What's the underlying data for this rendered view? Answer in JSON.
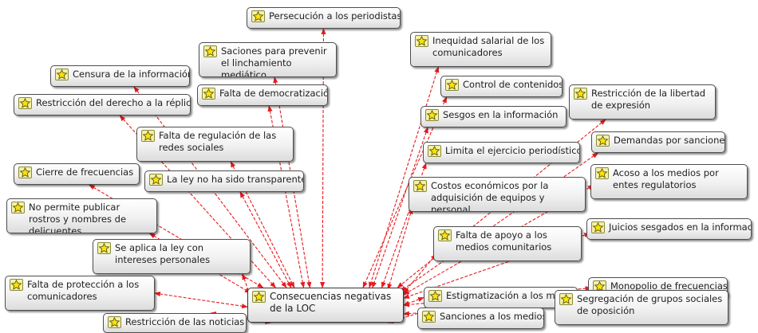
{
  "diagram": {
    "root": {
      "id": "root",
      "label": "Consecuencias negativas de la LOC",
      "icon": "quotation-star-icon"
    },
    "nodes": [
      {
        "id": "persecucion",
        "label": "Persecución a los periodistas"
      },
      {
        "id": "sanciones-linchamiento",
        "label": "Saciones para prevenir el linchamiento mediático"
      },
      {
        "id": "inequidad",
        "label": "Inequidad salarial de los comunicadores"
      },
      {
        "id": "censura",
        "label": "Censura de la información"
      },
      {
        "id": "control",
        "label": "Control de contenidos"
      },
      {
        "id": "restriccion-libertad",
        "label": "Restricción de la libertad de expresión"
      },
      {
        "id": "falta-democratizacion",
        "label": "Falta de democratización"
      },
      {
        "id": "restriccion-replica",
        "label": "Restricción del derecho a la réplica"
      },
      {
        "id": "sesgos",
        "label": "Sesgos en la información"
      },
      {
        "id": "falta-regulacion",
        "label": "Falta de regulación de las redes sociales"
      },
      {
        "id": "demandas",
        "label": "Demandas por sanciones"
      },
      {
        "id": "limita",
        "label": "Limita el ejercicio periodístico"
      },
      {
        "id": "cierre",
        "label": "Cierre de frecuencias"
      },
      {
        "id": "ley-transparente",
        "label": "La ley no ha sido transparente"
      },
      {
        "id": "costos",
        "label": "Costos económicos por la adquisición de equipos y personal"
      },
      {
        "id": "acoso",
        "label": "Acoso a los medios por entes regulatorios"
      },
      {
        "id": "no-publicar",
        "label": "No permite publicar rostros y nombres de delicuentes"
      },
      {
        "id": "juicios",
        "label": "Juicios sesgados en la información"
      },
      {
        "id": "apoyo",
        "label": "Falta de apoyo a los medios comunitarios"
      },
      {
        "id": "intereses",
        "label": "Se aplica la ley con intereses personales"
      },
      {
        "id": "monopolio",
        "label": "Monopolio de frecuencias"
      },
      {
        "id": "proteccion",
        "label": "Falta de protección a los comunicadores"
      },
      {
        "id": "estigmatizacion",
        "label": "Estigmatización a los medios"
      },
      {
        "id": "segregacion",
        "label": "Segregación de grupos sociales de oposición"
      },
      {
        "id": "restriccion-noticias",
        "label": "Restricción de las noticias"
      },
      {
        "id": "sanciones-medios",
        "label": "Sanciones a los medios"
      }
    ],
    "edge_color": "#e8191d",
    "edge_style": "dashed",
    "edge_direction": "bidirectional"
  }
}
